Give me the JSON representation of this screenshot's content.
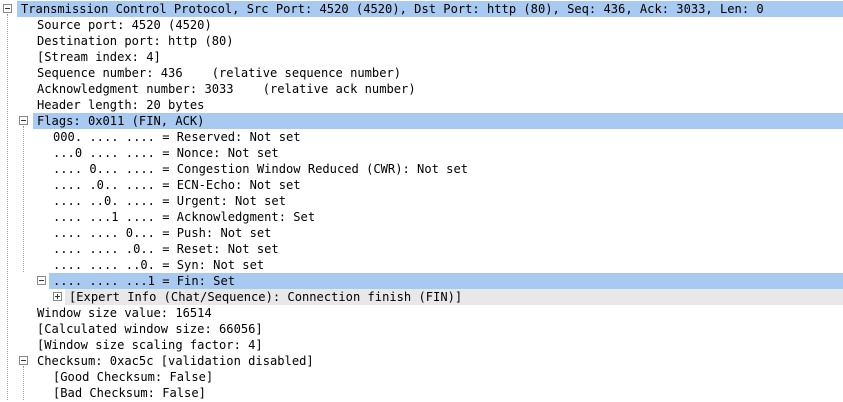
{
  "rows": [
    {
      "text": "Transmission Control Protocol, Src Port: 4520 (4520), Dst Port: http (80), Seq: 436, Ack: 3033, Len: 0",
      "level": 0,
      "toggle": "minus",
      "highlight": "blue"
    },
    {
      "text": "Source port: 4520 (4520)",
      "level": 1
    },
    {
      "text": "Destination port: http (80)",
      "level": 1
    },
    {
      "text": "[Stream index: 4]",
      "level": 1
    },
    {
      "text": "Sequence number: 436    (relative sequence number)",
      "level": 1
    },
    {
      "text": "Acknowledgment number: 3033    (relative ack number)",
      "level": 1
    },
    {
      "text": "Header length: 20 bytes",
      "level": 1
    },
    {
      "text": "Flags: 0x011 (FIN, ACK)",
      "level": 1,
      "toggle": "minus",
      "highlight": "blue"
    },
    {
      "text": "000. .... .... = Reserved: Not set",
      "level": 2
    },
    {
      "text": "...0 .... .... = Nonce: Not set",
      "level": 2
    },
    {
      "text": ".... 0... .... = Congestion Window Reduced (CWR): Not set",
      "level": 2
    },
    {
      "text": ".... .0.. .... = ECN-Echo: Not set",
      "level": 2
    },
    {
      "text": ".... ..0. .... = Urgent: Not set",
      "level": 2
    },
    {
      "text": ".... ...1 .... = Acknowledgment: Set",
      "level": 2
    },
    {
      "text": ".... .... 0... = Push: Not set",
      "level": 2
    },
    {
      "text": ".... .... .0.. = Reset: Not set",
      "level": 2
    },
    {
      "text": ".... .... ..0. = Syn: Not set",
      "level": 2
    },
    {
      "text": ".... .... ...1 = Fin: Set",
      "level": 2,
      "toggle": "minus",
      "highlight": "blue"
    },
    {
      "text": "[Expert Info (Chat/Sequence): Connection finish (FIN)]",
      "level": 3,
      "toggle": "plus",
      "highlight": "gray"
    },
    {
      "text": "Window size value: 16514",
      "level": 1
    },
    {
      "text": "[Calculated window size: 66056]",
      "level": 1
    },
    {
      "text": "[Window size scaling factor: 4]",
      "level": 1
    },
    {
      "text": "Checksum: 0xac5c [validation disabled]",
      "level": 1,
      "toggle": "minus"
    },
    {
      "text": "[Good Checksum: False]",
      "level": 2
    },
    {
      "text": "[Bad Checksum: False]",
      "level": 2
    }
  ]
}
